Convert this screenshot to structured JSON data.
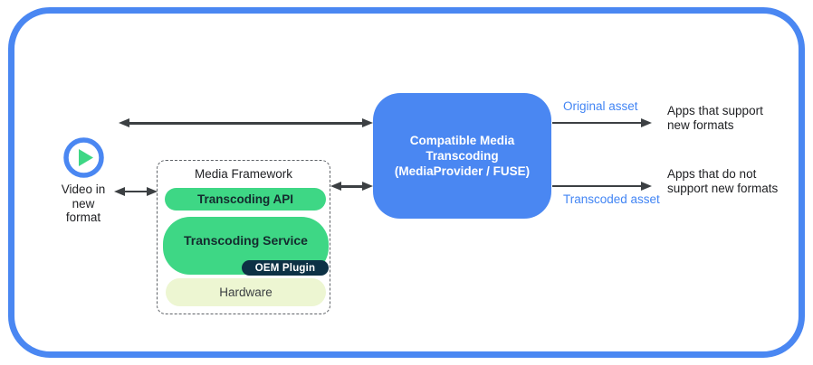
{
  "colors": {
    "frame_blue": "#4a87f2",
    "box_blue": "#4a87f2",
    "green": "#3ed785",
    "navy": "#0d3145",
    "pale_green": "#edf6d2",
    "arrow": "#3c4043",
    "text_dark": "#202124",
    "label_blue": "#4285f4"
  },
  "source": {
    "label": "Video in\nnew\nformat",
    "icon": "play-icon"
  },
  "framework": {
    "title": "Media Framework",
    "api_label": "Transcoding API",
    "service_label": "Transcoding Service",
    "oem_label": "OEM Plugin",
    "hardware_label": "Hardware"
  },
  "transcoder": {
    "label": "Compatible Media\nTranscoding\n(MediaProvider / FUSE)"
  },
  "outputs": {
    "original": {
      "asset_label": "Original asset",
      "target_label": "Apps that support\nnew formats"
    },
    "transcoded": {
      "asset_label": "Transcoded asset",
      "target_label": "Apps that do not\nsupport new formats"
    }
  }
}
